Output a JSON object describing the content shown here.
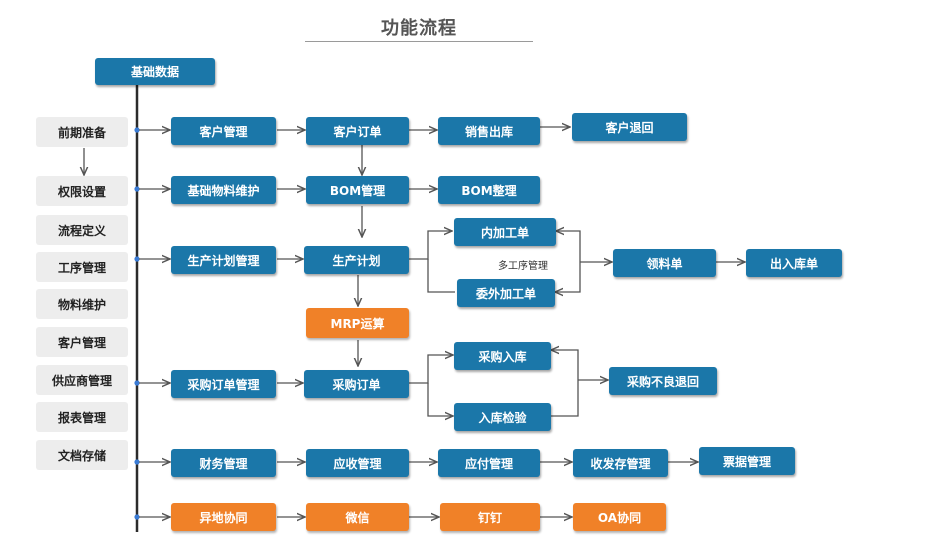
{
  "title": "功能流程",
  "root": "基础数据",
  "sidebar": [
    "前期准备",
    "权限设置",
    "流程定义",
    "工序管理",
    "物料维护",
    "客户管理",
    "供应商管理",
    "报表管理",
    "文档存储"
  ],
  "nodes": {
    "customer_mgmt": "客户管理",
    "customer_order": "客户订单",
    "sales_out": "销售出库",
    "customer_return": "客户退回",
    "material_maint": "基础物料维护",
    "bom_mgmt": "BOM管理",
    "bom_arrange": "BOM整理",
    "prod_plan_mgmt": "生产计划管理",
    "prod_plan": "生产计划",
    "internal_work": "内加工单",
    "outsource_work": "委外加工单",
    "pick_list": "领料单",
    "in_out_list": "出入库单",
    "mrp": "MRP运算",
    "purchase_order_mgmt": "采购订单管理",
    "purchase_order": "采购订单",
    "purchase_in": "采购入库",
    "inspection": "入库检验",
    "purchase_reject": "采购不良退回",
    "finance_mgmt": "财务管理",
    "receivable": "应收管理",
    "payable": "应付管理",
    "inventory": "收发存管理",
    "invoice": "票据管理",
    "remote_collab": "异地协同",
    "wechat": "微信",
    "dingtalk": "钉钉",
    "oa_collab": "OA协同"
  },
  "multi_process_note": "多工序管理",
  "colors": {
    "blue": "#1b77a9",
    "orange": "#f08128",
    "grey": "#ededed",
    "line": "#555555"
  }
}
